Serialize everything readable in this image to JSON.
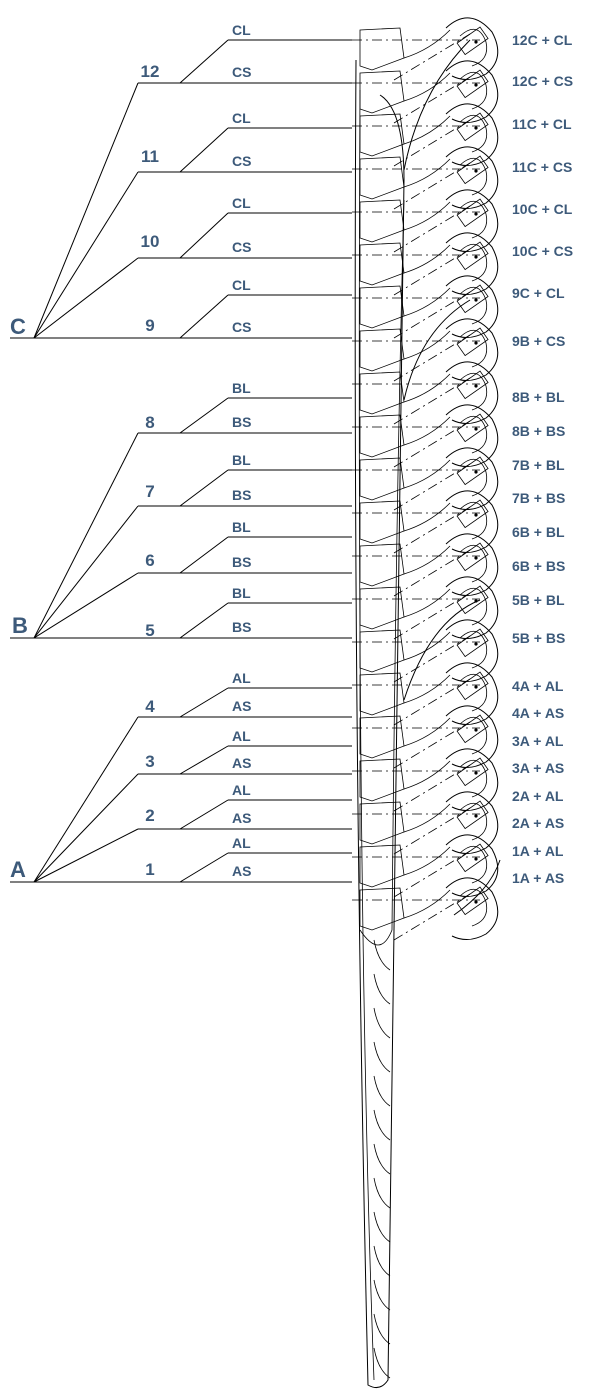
{
  "groups": [
    {
      "label": "C",
      "rows": [
        {
          "number": "12",
          "sub_long": "CL",
          "sub_short": "CS",
          "result_long": "12C + CL",
          "result_short": "12C + CS"
        },
        {
          "number": "11",
          "sub_long": "CL",
          "sub_short": "CS",
          "result_long": "11C + CL",
          "result_short": "11C + CS"
        },
        {
          "number": "10",
          "sub_long": "CL",
          "sub_short": "CS",
          "result_long": "10C + CL",
          "result_short": "10C + CS"
        },
        {
          "number": "9",
          "sub_long": "CL",
          "sub_short": "CS",
          "result_long": "9C + CL",
          "result_short": "9B + CS"
        }
      ]
    },
    {
      "label": "B",
      "rows": [
        {
          "number": "8",
          "sub_long": "BL",
          "sub_short": "BS",
          "result_long": "8B + BL",
          "result_short": "8B + BS"
        },
        {
          "number": "7",
          "sub_long": "BL",
          "sub_short": "BS",
          "result_long": "7B + BL",
          "result_short": "7B + BS"
        },
        {
          "number": "6",
          "sub_long": "BL",
          "sub_short": "BS",
          "result_long": "6B + BL",
          "result_short": "6B + BS"
        },
        {
          "number": "5",
          "sub_long": "BL",
          "sub_short": "BS",
          "result_long": "5B + BL",
          "result_short": "5B + BS"
        }
      ]
    },
    {
      "label": "A",
      "rows": [
        {
          "number": "4",
          "sub_long": "AL",
          "sub_short": "AS",
          "result_long": "4A + AL",
          "result_short": "4A + AS"
        },
        {
          "number": "3",
          "sub_long": "AL",
          "sub_short": "AS",
          "result_long": "3A + AL",
          "result_short": "3A + AS"
        },
        {
          "number": "2",
          "sub_long": "AL",
          "sub_short": "AS",
          "result_long": "2A + AL",
          "result_short": "2A + AS"
        },
        {
          "number": "1",
          "sub_long": "AL",
          "sub_short": "AS",
          "result_long": "1A + AL",
          "result_short": "1A + AS"
        }
      ]
    }
  ]
}
